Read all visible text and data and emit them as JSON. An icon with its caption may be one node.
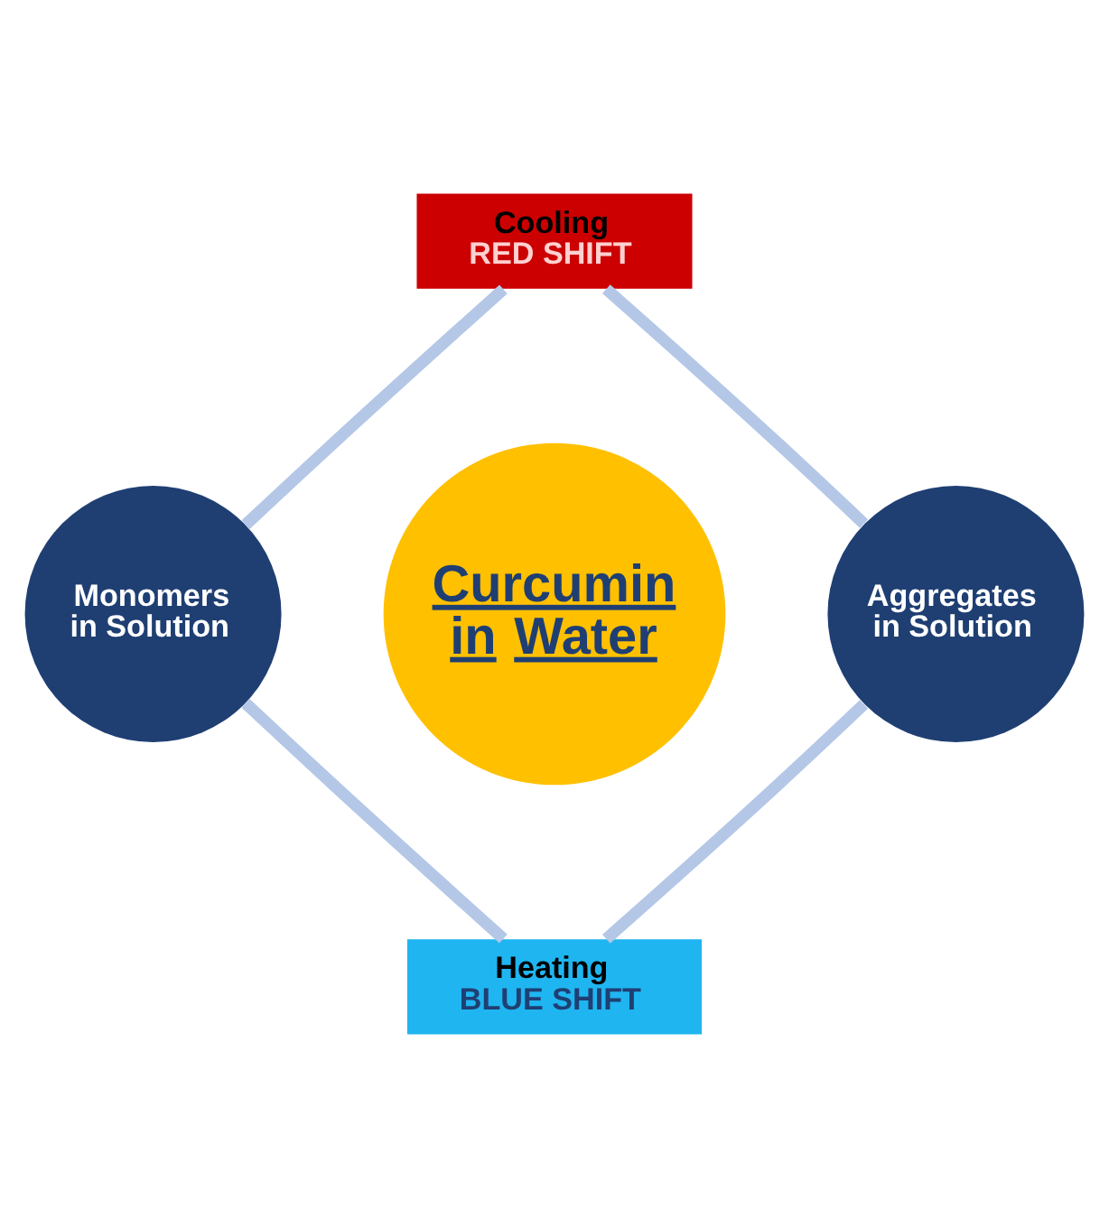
{
  "diagram": {
    "nodes": [
      {
        "text": [
          "Cooling",
          "RED SHIFT"
        ]
      },
      {
        "text": [
          "Monomers in Solution"
        ]
      },
      {
        "text": [
          "Curcumin in Water"
        ]
      },
      {
        "text": [
          "Aggregates in Solution"
        ]
      },
      {
        "text": [
          "Heating",
          "BLUE SHIFT"
        ]
      }
    ],
    "edges": [
      {
        "from": 1,
        "to": 0,
        "arrow": "none"
      },
      {
        "from": 0,
        "to": 3,
        "arrow": "none"
      },
      {
        "from": 3,
        "to": 4,
        "arrow": "none"
      },
      {
        "from": 4,
        "to": 1,
        "arrow": "none"
      }
    ]
  }
}
